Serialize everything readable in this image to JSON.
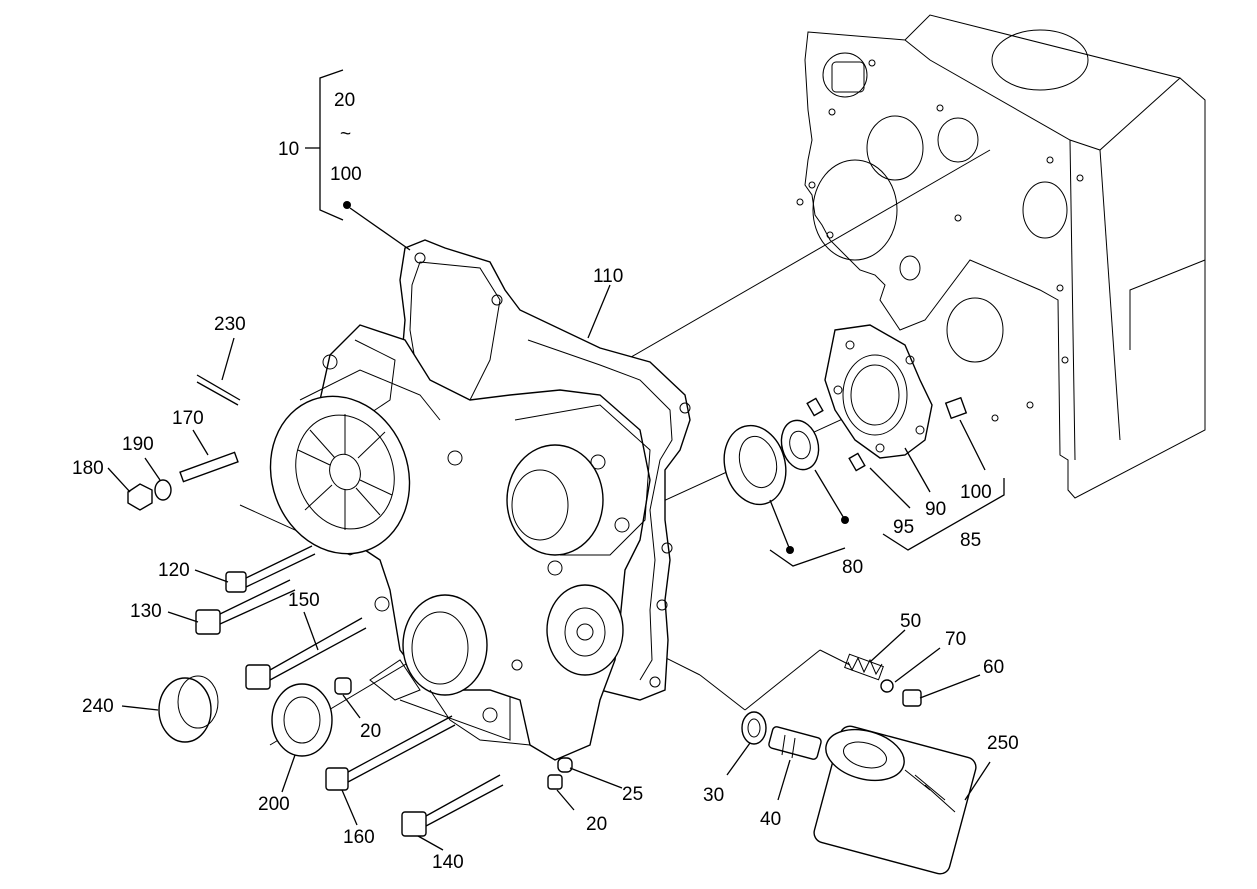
{
  "diagram": {
    "background": "#ffffff",
    "ink": "#000000",
    "callouts": {
      "10": "10",
      "20a": "20",
      "tilde": "~",
      "100a": "100",
      "110": "110",
      "230": "230",
      "170": "170",
      "190": "190",
      "180": "180",
      "120": "120",
      "130": "130",
      "150": "150",
      "240": "240",
      "200": "200",
      "20b": "20",
      "160": "160",
      "140": "140",
      "25": "25",
      "20c": "20",
      "80": "80",
      "95": "95",
      "90": "90",
      "100b": "100",
      "85": "85",
      "50": "50",
      "70": "70",
      "60": "60",
      "30": "30",
      "40": "40",
      "250": "250"
    }
  }
}
